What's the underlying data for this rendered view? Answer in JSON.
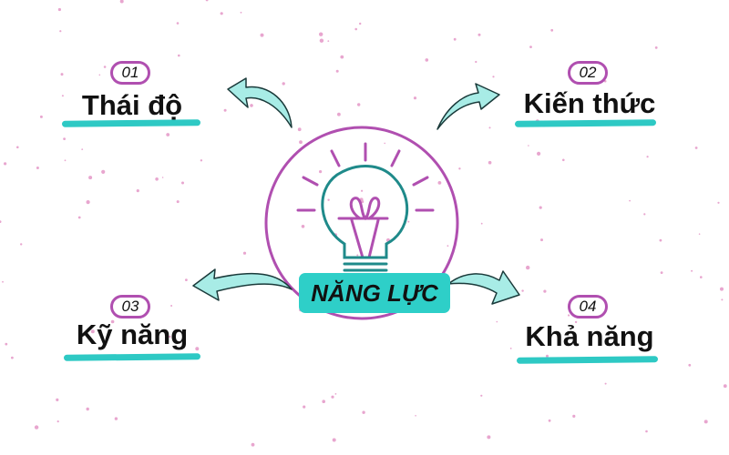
{
  "center": {
    "label": "NĂNG LỰC"
  },
  "items": [
    {
      "number": "01",
      "title": "Thái độ"
    },
    {
      "number": "02",
      "title": "Kiến thức"
    },
    {
      "number": "03",
      "title": "Kỹ năng"
    },
    {
      "number": "04",
      "title": "Khả năng"
    }
  ],
  "colors": {
    "purple": "#b04fb0",
    "teal_dark": "#1f8a8a",
    "teal_accent": "#2ec9c4",
    "arrow_fill": "#a8ece6",
    "dots": "#e8a6cf"
  }
}
